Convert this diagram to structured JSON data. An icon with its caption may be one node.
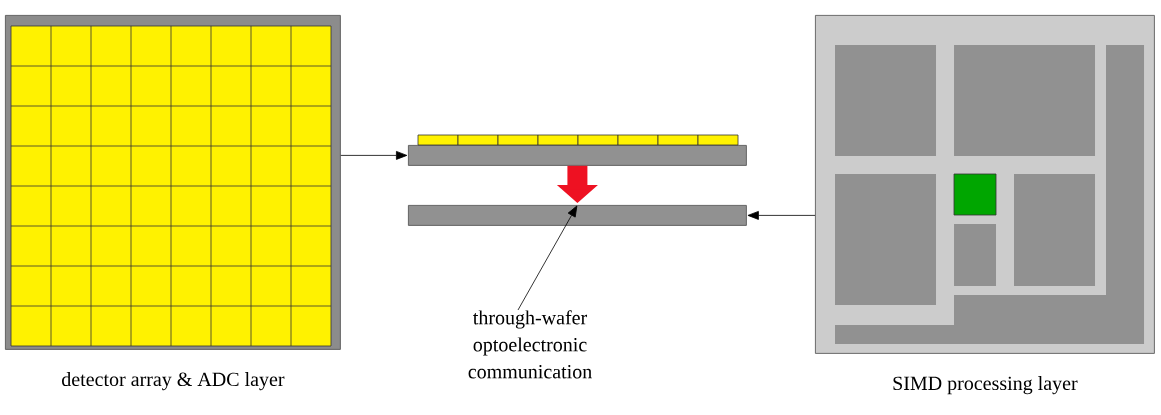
{
  "diagram": {
    "nodes": [
      {
        "text": [],
        "shape": "picture",
        "beside": [
          "detector array & ADC layer"
        ]
      },
      {
        "text": [],
        "shape": "bar"
      },
      {
        "text": [],
        "shape": "bar"
      },
      {
        "text": [],
        "shape": "picture",
        "beside": [
          "SIMD processing layer"
        ]
      },
      {
        "text": [
          "through-wafer optoelectronic communication"
        ]
      }
    ],
    "edges": [
      {
        "from": 0,
        "to": 1,
        "arrow": "to"
      },
      {
        "from": 3,
        "to": 2,
        "arrow": "to"
      },
      {
        "from": 1,
        "to": 2,
        "arrow": "to",
        "style": "thick",
        "color": "#ee1122"
      },
      {
        "from": 4,
        "to": 2,
        "arrow": "to"
      }
    ]
  }
}
